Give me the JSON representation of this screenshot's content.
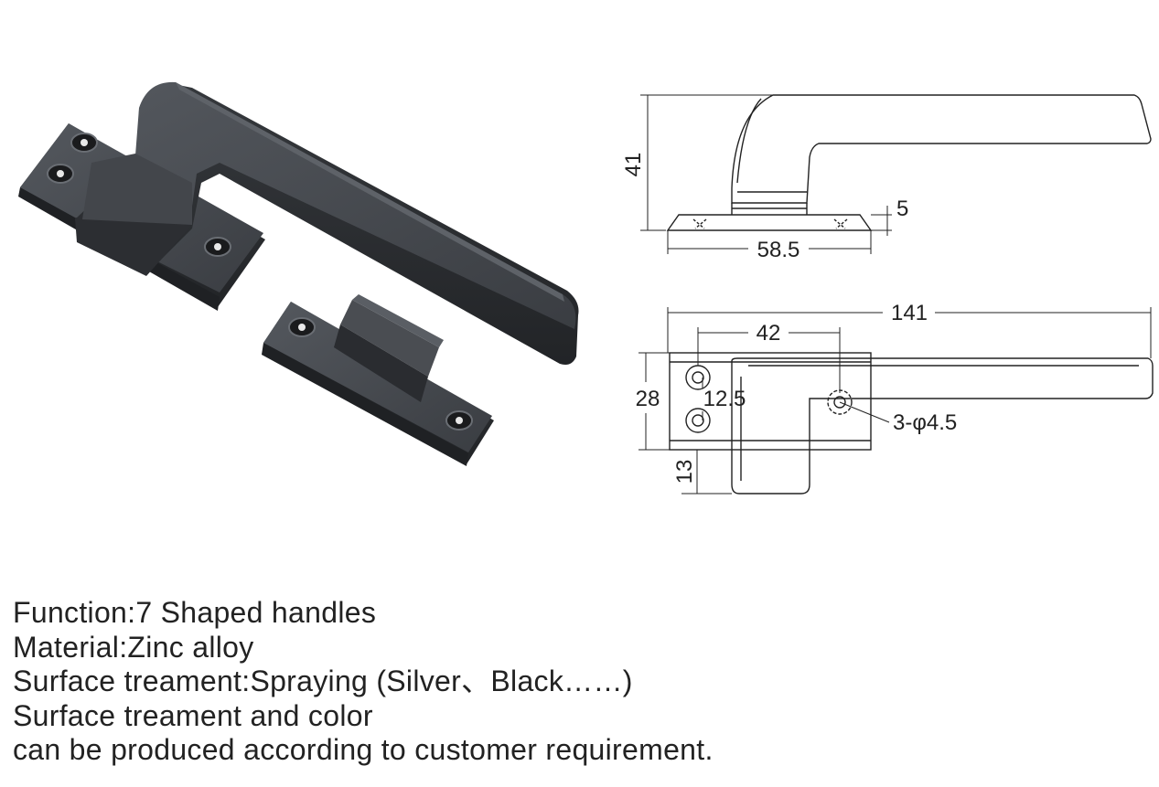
{
  "colors": {
    "handle_fill": "#3a3d42",
    "handle_shadow": "#26282c",
    "handle_highlight": "#575b61",
    "line": "#222222",
    "background": "#ffffff"
  },
  "drawing": {
    "dims": {
      "height": "41",
      "base_thickness": "5",
      "base_length": "58.5",
      "total_length": "141",
      "hole_span": "42",
      "base_width": "28",
      "hole_pitch": "12.5",
      "offset": "13",
      "holes": "3-φ4.5"
    }
  },
  "specs": {
    "function": "Function:7 Shaped handles",
    "material": "Material:Zinc alloy",
    "surface": "Surface treament:Spraying (Silver、Black……)",
    "surface_color": "Surface treament and color",
    "custom": "can be produced according to customer requirement."
  }
}
